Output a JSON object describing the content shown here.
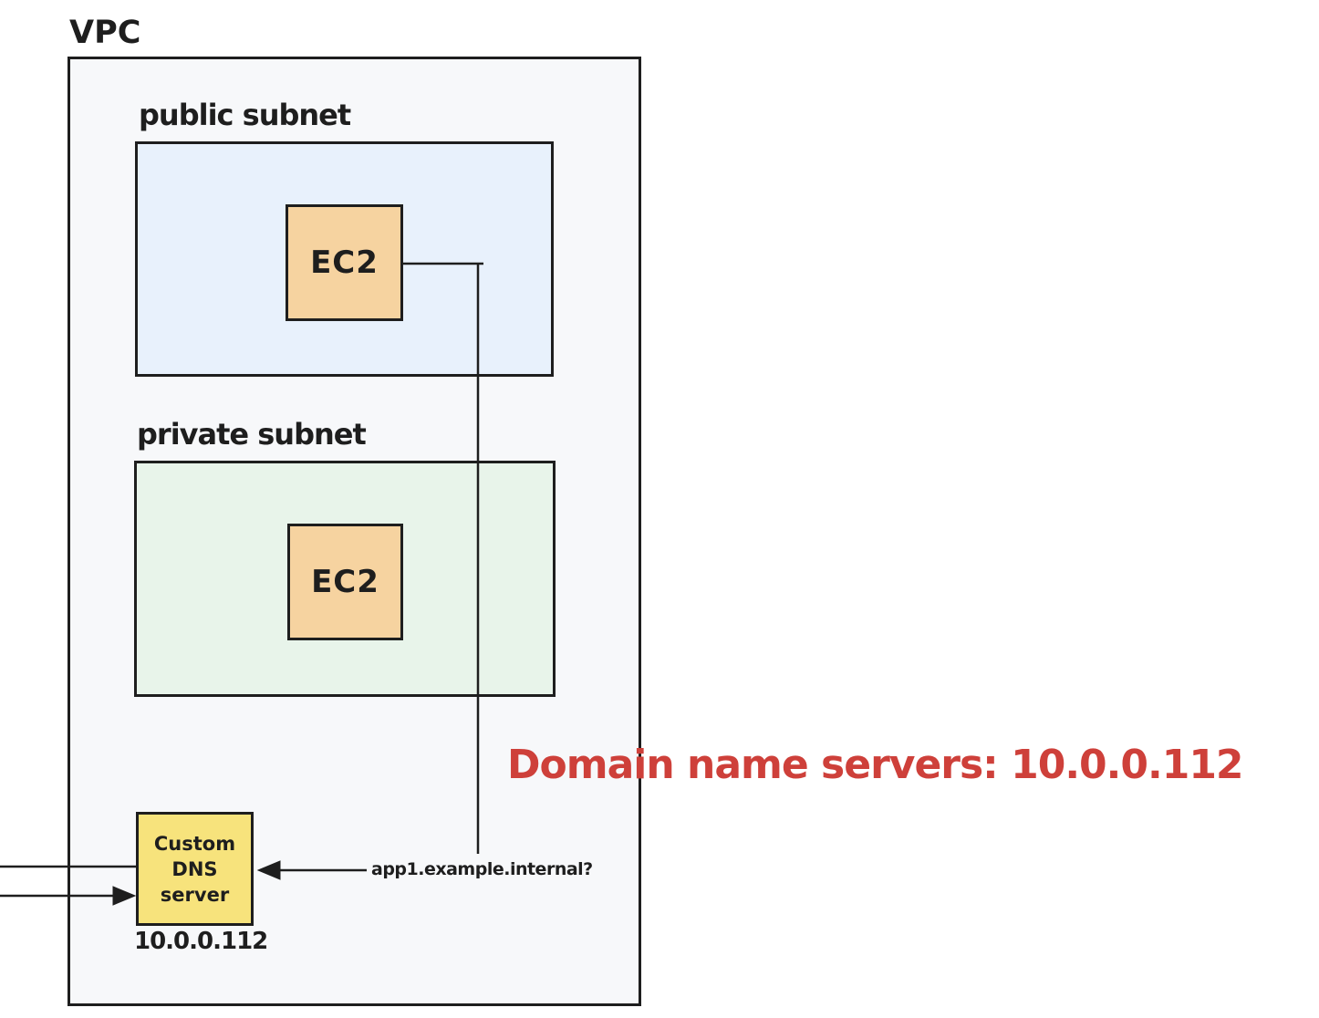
{
  "diagram": {
    "vpc": {
      "label": "VPC"
    },
    "public_subnet": {
      "label": "public subnet"
    },
    "private_subnet": {
      "label": "private subnet"
    },
    "ec2_public": {
      "label": "EC2"
    },
    "ec2_private": {
      "label": "EC2"
    },
    "dns_server": {
      "line1": "Custom",
      "line2": "DNS",
      "line3": "server",
      "ip": "10.0.0.112"
    },
    "red_note": {
      "text": "Domain name servers: 10.0.0.112"
    },
    "dns_query": {
      "text": "app1.example.internal?"
    },
    "colors": {
      "stroke": "#1e1e1e",
      "vpc_fill": "#f7f8fa",
      "public_subnet_fill": "#e8f1fc",
      "private_subnet_fill": "#e8f4ea",
      "ec2_fill": "#f6d3a0",
      "dns_fill": "#f7e37c",
      "annotation_red": "#ce403a"
    }
  }
}
